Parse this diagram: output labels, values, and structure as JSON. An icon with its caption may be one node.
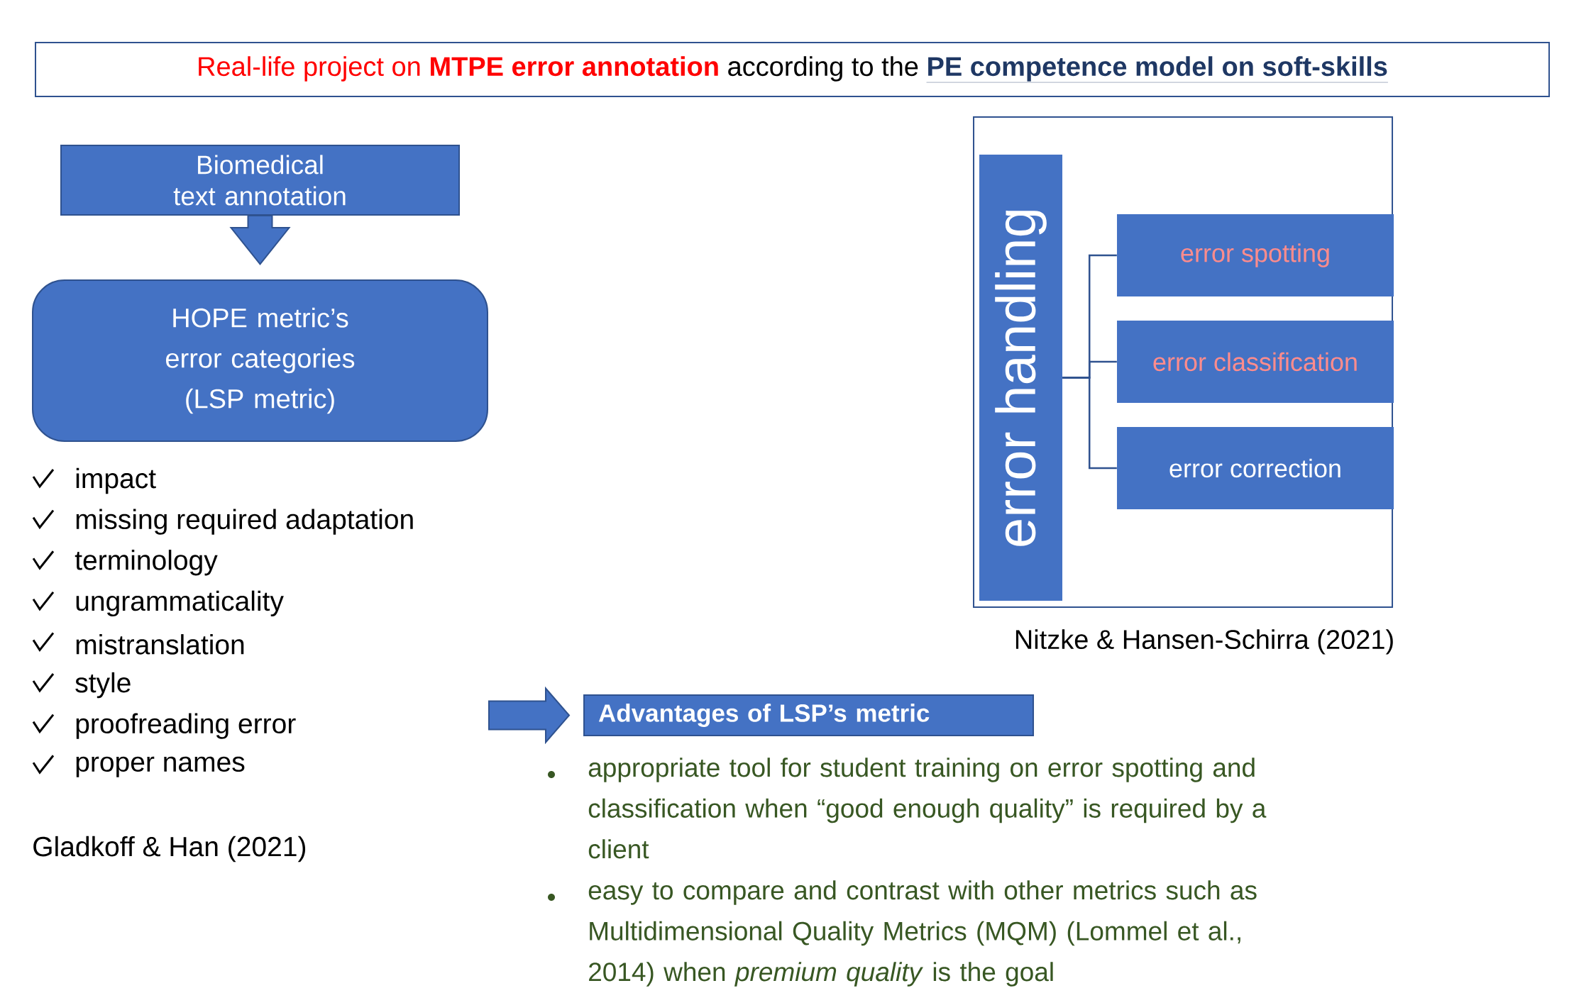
{
  "diagram": {
    "nodes": [
      {
        "text": [
          "Real-life project on **MTPE error annotation**",
          "according to the",
          "PE competence model on soft-skills"
        ]
      },
      {
        "text": [
          "Biomedical text annotation"
        ]
      },
      {
        "text": [
          "HOPE metric’s error categories",
          "(LSP metric)"
        ]
      },
      {
        "text": [],
        "shape": "box"
      },
      {
        "text": [
          "error handling"
        ],
        "in": 3
      },
      {
        "text": [
          "error spotting"
        ],
        "in": 3
      },
      {
        "text": [
          "error classification"
        ],
        "in": 3
      },
      {
        "text": [
          "error correction"
        ],
        "in": 3
      },
      {
        "text": [
          "Advantages of LSP’s metric"
        ]
      }
    ],
    "edges": [
      {
        "from": 1,
        "to": 2,
        "arrow": "to"
      },
      {
        "from": 4,
        "to": 5,
        "arrow": "none"
      },
      {
        "from": 4,
        "to": 6,
        "arrow": "none"
      },
      {
        "from": 4,
        "to": 7,
        "arrow": "none"
      },
      {
        "from": null,
        "to": 8,
        "arrow": "to"
      }
    ],
    "labels": [
      "impact",
      "missing required adaptation",
      "terminology",
      "ungrammaticality",
      "mistranslation",
      "style",
      "proofreading error",
      "proper names",
      "Nitzke & Hansen-Schirra (2021)",
      "Gladkoff & Han (2021)",
      "appropriate tool for student training on error spotting and classification when “good enough quality” is required by a client",
      "easy to compare and contrast with other metrics such as Multidimensional Quality Metrics (MQM) (Lommel et al., 2014) when *premium quality* is the goal"
    ]
  }
}
